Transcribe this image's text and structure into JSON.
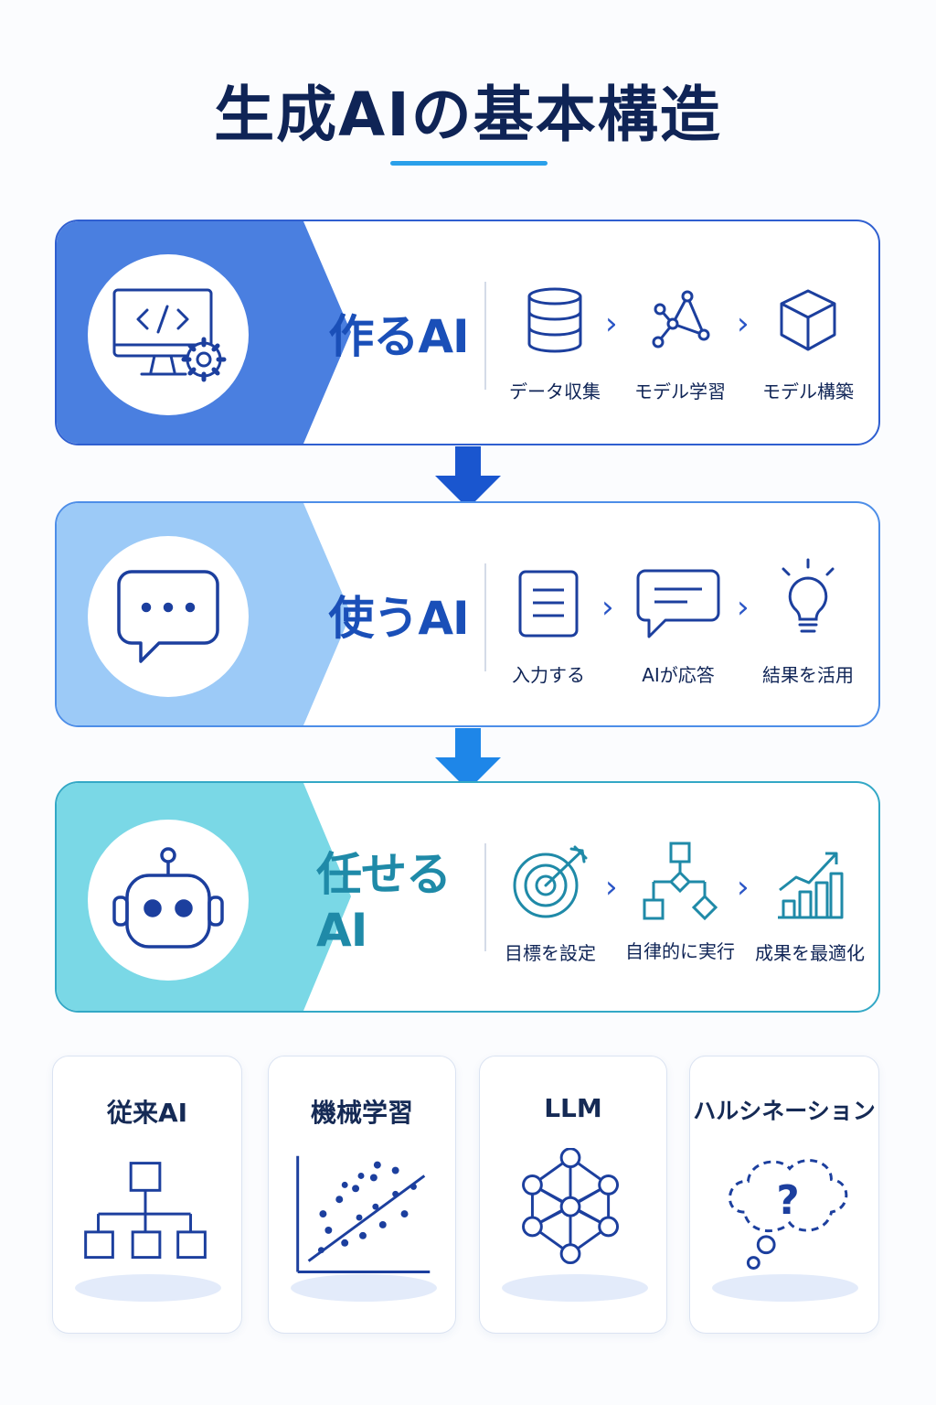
{
  "title": "生成AIの基本構造",
  "colors": {
    "title": "#0f2456",
    "underline": "#2aa0ea",
    "panel1_band": "#4a7fe0",
    "panel2_band": "#9ccaf7",
    "panel3_band": "#7ad8e6",
    "panel1_text": "#1a4fb8",
    "panel2_text": "#1a4fb8",
    "panel3_text": "#1f8aa8",
    "icon_stroke": "#1c3f9e"
  },
  "panels": [
    {
      "label": "作るAI",
      "icon": "computer-code-gear-icon",
      "steps": [
        {
          "icon": "database-icon",
          "caption": "データ収集"
        },
        {
          "icon": "network-graph-icon",
          "caption": "モデル学習"
        },
        {
          "icon": "cube-icon",
          "caption": "モデル構築"
        }
      ]
    },
    {
      "label": "使うAI",
      "icon": "chat-bubble-icon",
      "steps": [
        {
          "icon": "document-icon",
          "caption": "入力する"
        },
        {
          "icon": "message-icon",
          "caption": "AIが応答"
        },
        {
          "icon": "lightbulb-icon",
          "caption": "結果を活用"
        }
      ]
    },
    {
      "label": "任せるAI",
      "icon": "robot-icon",
      "steps": [
        {
          "icon": "target-icon",
          "caption": "目標を設定"
        },
        {
          "icon": "flowchart-icon",
          "caption": "自律的に実行"
        },
        {
          "icon": "growth-chart-icon",
          "caption": "成果を最適化"
        }
      ]
    }
  ],
  "cards": [
    {
      "title": "従来AI",
      "icon": "hierarchy-icon"
    },
    {
      "title": "機械学習",
      "icon": "scatter-plot-icon"
    },
    {
      "title": "LLM",
      "icon": "neural-network-icon"
    },
    {
      "title": "ハルシネーション",
      "icon": "question-thought-icon"
    }
  ]
}
